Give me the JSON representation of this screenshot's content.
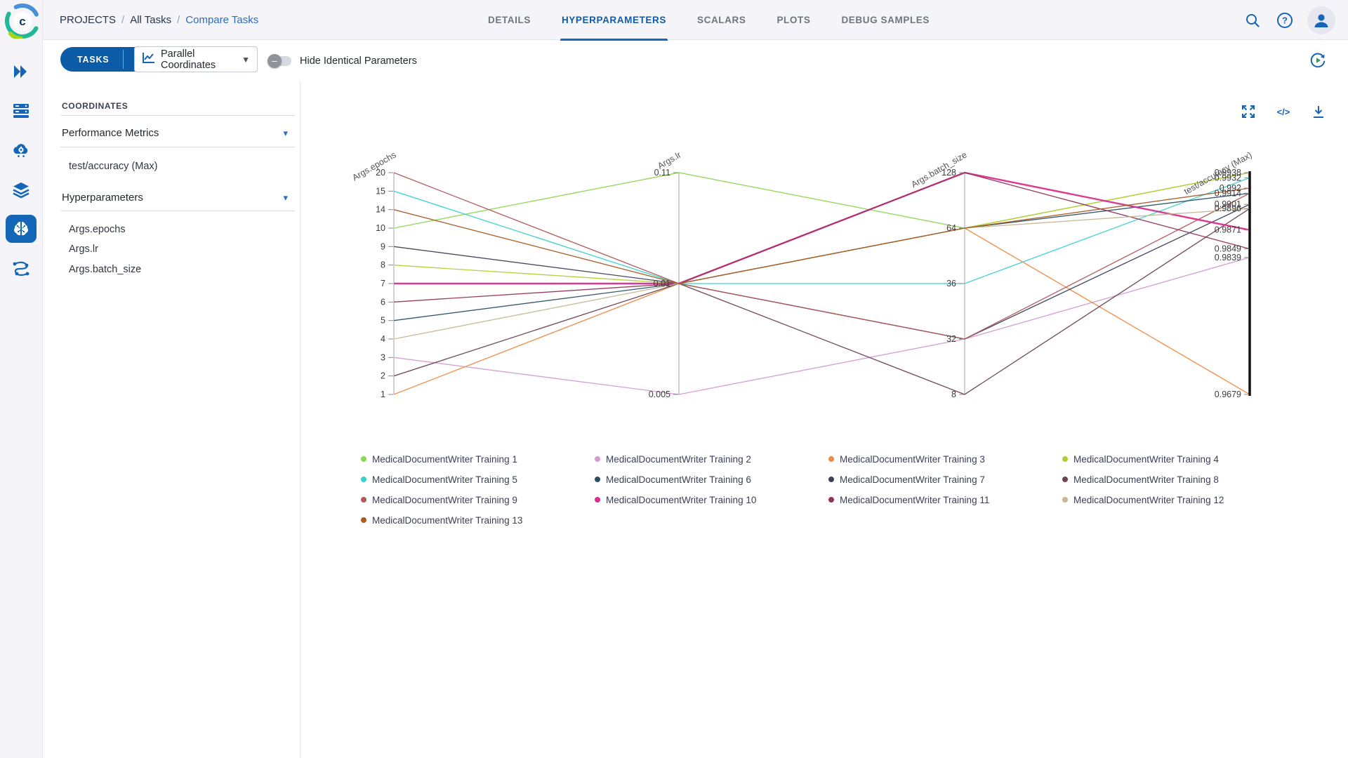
{
  "header": {
    "breadcrumb": [
      "PROJECTS",
      "All Tasks",
      "Compare Tasks"
    ],
    "tabs": [
      "DETAILS",
      "HYPERPARAMETERS",
      "SCALARS",
      "PLOTS",
      "DEBUG SAMPLES"
    ],
    "active_tab": "HYPERPARAMETERS"
  },
  "toolbar": {
    "tasks_button": "TASKS",
    "add_button": "+",
    "view_selector": "Parallel Coordinates",
    "toggle_label": "Hide Identical Parameters",
    "toggle_state": "off",
    "toggle_glyph": "–"
  },
  "sidebar": {
    "title": "COORDINATES",
    "sections": [
      {
        "label": "Performance Metrics",
        "items": [
          "test/accuracy (Max)"
        ]
      },
      {
        "label": "Hyperparameters",
        "items": [
          "Args.epochs",
          "Args.lr",
          "Args.batch_size"
        ]
      }
    ],
    "caret_glyph": "▾"
  },
  "colors": {
    "accent_blue": "#1565b8",
    "link_blue": "#2b6cc4",
    "header_bg": "#f5f5f9",
    "axis_gray": "#b3b3bb",
    "highlight_axis": "#111111"
  },
  "chart_data": {
    "type": "parallel-coordinates",
    "legend_position": "bottom",
    "highlighted_axis": "test/accuracy (Max)",
    "axes": [
      {
        "title": "Args.epochs",
        "type": "categorical",
        "categories": [
          "20",
          "15",
          "14",
          "10",
          "9",
          "8",
          "7",
          "6",
          "5",
          "4",
          "3",
          "2",
          "1"
        ]
      },
      {
        "title": "Args.lr",
        "type": "categorical",
        "categories": [
          "0.11",
          "0.01",
          "0.005"
        ]
      },
      {
        "title": "Args.batch_size",
        "type": "categorical",
        "categories": [
          "128",
          "64",
          "36",
          "32",
          "8"
        ]
      },
      {
        "title": "test/accuracy (Max)",
        "type": "linear",
        "min": 0.9679,
        "max": 0.9938,
        "ticks": [
          "0.9938",
          "0.9932",
          "0.992",
          "0.9914",
          "0.9901",
          "0.9896",
          "0.9871",
          "0.9849",
          "0.9839",
          "0.9679"
        ]
      }
    ],
    "series": [
      {
        "name": "MedicalDocumentWriter Training 1",
        "color": "#8cd651",
        "values": [
          "10",
          "0.11",
          "64",
          0.9938
        ]
      },
      {
        "name": "MedicalDocumentWriter Training 2",
        "color": "#d49ad2",
        "values": [
          "3",
          "0.005",
          "32",
          0.9839
        ]
      },
      {
        "name": "MedicalDocumentWriter Training 3",
        "color": "#ee8a45",
        "values": [
          "1",
          "0.01",
          "64",
          0.9679
        ]
      },
      {
        "name": "MedicalDocumentWriter Training 4",
        "color": "#b4cd32",
        "values": [
          "8",
          "0.01",
          "64",
          0.9938
        ]
      },
      {
        "name": "MedicalDocumentWriter Training 5",
        "color": "#38d2cd",
        "values": [
          "15",
          "0.01",
          "36",
          0.9932
        ]
      },
      {
        "name": "MedicalDocumentWriter Training 6",
        "color": "#2b4f63",
        "values": [
          "5",
          "0.01",
          "64",
          0.9914
        ]
      },
      {
        "name": "MedicalDocumentWriter Training 7",
        "color": "#3c4257",
        "values": [
          "9",
          "0.01",
          "32",
          0.9901
        ]
      },
      {
        "name": "MedicalDocumentWriter Training 8",
        "color": "#6e4452",
        "values": [
          "2",
          "0.01",
          "8",
          0.9896
        ]
      },
      {
        "name": "MedicalDocumentWriter Training 9",
        "color": "#b1595a",
        "values": [
          "20",
          "0.01",
          "32",
          0.9914
        ]
      },
      {
        "name": "MedicalDocumentWriter Training 10",
        "color": "#d92e8d",
        "values": [
          "7",
          "0.01",
          "128",
          0.9871
        ],
        "emphasis": true
      },
      {
        "name": "MedicalDocumentWriter Training 11",
        "color": "#953459",
        "values": [
          "6",
          "0.01",
          "128",
          0.9849
        ]
      },
      {
        "name": "MedicalDocumentWriter Training 12",
        "color": "#c2b894",
        "values": [
          "4",
          "0.01",
          "64",
          0.9896
        ]
      },
      {
        "name": "MedicalDocumentWriter Training 13",
        "color": "#a85a23",
        "values": [
          "14",
          "0.01",
          "64",
          0.992
        ]
      }
    ]
  }
}
